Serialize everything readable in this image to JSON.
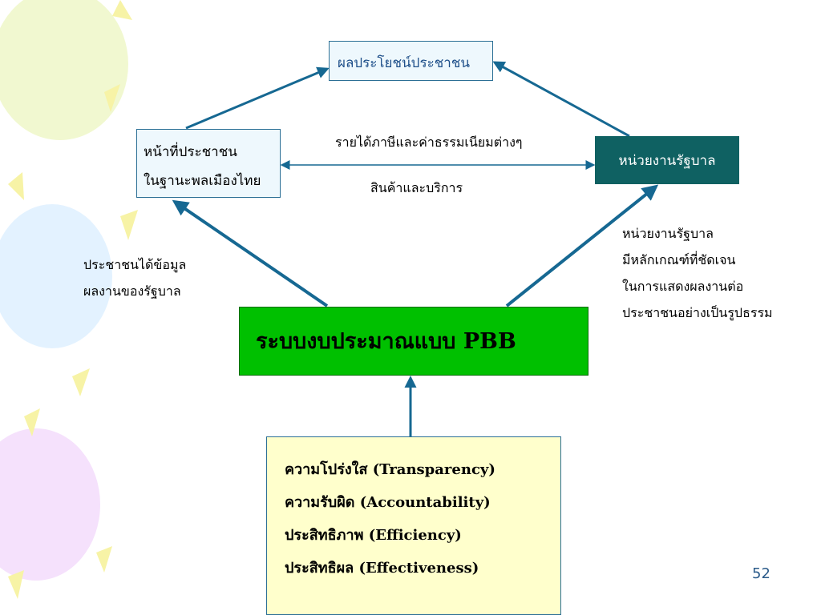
{
  "boxes": {
    "benefit": "ผลประโยชน์ประชาชน",
    "citizen": [
      "หน้าที่ประชาชน",
      "ในฐานะพลเมืองไทย"
    ],
    "government": "หน่วยงานรัฐบาล",
    "pbb": "ระบบงบประมาณแบบ PBB",
    "principles": [
      "ความโปร่งใส (Transparency)",
      "ความรับผิด (Accountability)",
      "ประสิทธิภาพ (Efficiency)",
      "ประสิทธิผล (Effectiveness)"
    ]
  },
  "labels": {
    "revenue": "รายได้ภาษีและค่าธรรมเนียมต่างๆ",
    "goods": "สินค้าและบริการ",
    "info": [
      "ประชาชนได้ข้อมูล",
      "ผลงานของรัฐบาล"
    ],
    "gov_criteria": [
      "หน่วยงานรัฐบาล",
      "มีหลักเกณฑ์ที่ชัดเจน",
      "ในการแสดงผลงานต่อ",
      "ประชาชนอย่างเป็นรูปธรรม"
    ]
  },
  "page_number": "52",
  "colors": {
    "arrow": "#166892",
    "pbb_fill": "#00c000",
    "gov_fill": "#0f6162",
    "principles_fill": "#ffffcc",
    "title_text": "#1d4e89"
  }
}
